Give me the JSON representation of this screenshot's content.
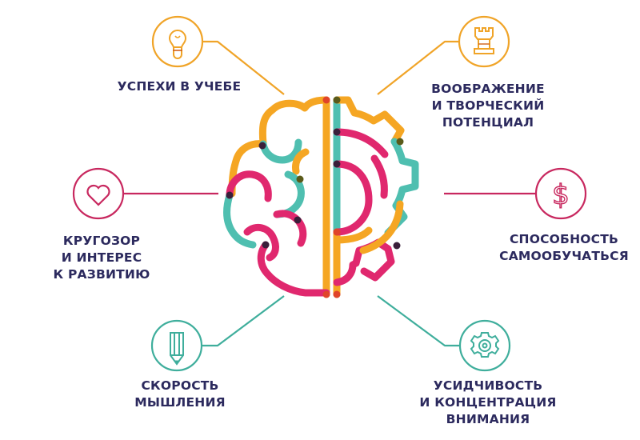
{
  "colors": {
    "orange": "#f5a623",
    "magenta": "#e0286e",
    "teal": "#4fbfb0",
    "crimson": "#c8285f",
    "text": "#2c2a5e"
  },
  "center_graphic": {
    "left_half": "brain",
    "right_half": "gear"
  },
  "items": [
    {
      "id": "top-left",
      "icon": "lightbulb-icon",
      "color": "#f0a428",
      "lines": [
        "УСПЕХИ В УЧЕБЕ"
      ]
    },
    {
      "id": "top-right",
      "icon": "chess-rook-icon",
      "color": "#f0a428",
      "lines": [
        "ВООБРАЖЕНИЕ",
        "И ТВОРЧЕСКИЙ",
        "ПОТЕНЦИАЛ"
      ]
    },
    {
      "id": "mid-left",
      "icon": "heart-icon",
      "color": "#c8285f",
      "lines": [
        "КРУГОЗОР",
        "И ИНТЕРЕС",
        "К РАЗВИТИЮ"
      ]
    },
    {
      "id": "mid-right",
      "icon": "dollar-icon",
      "color": "#c8285f",
      "lines": [
        "СПОСОБНОСТЬ",
        "САМООБУЧАТЬСЯ"
      ]
    },
    {
      "id": "bottom-left",
      "icon": "pencil-icon",
      "color": "#3fae9c",
      "lines": [
        "СКОРОСТЬ",
        "МЫШЛЕНИЯ"
      ]
    },
    {
      "id": "bottom-right",
      "icon": "gear-icon",
      "color": "#3fae9c",
      "lines": [
        "УСИДЧИВОСТЬ",
        "И КОНЦЕНТРАЦИЯ",
        "ВНИМАНИЯ"
      ]
    }
  ]
}
